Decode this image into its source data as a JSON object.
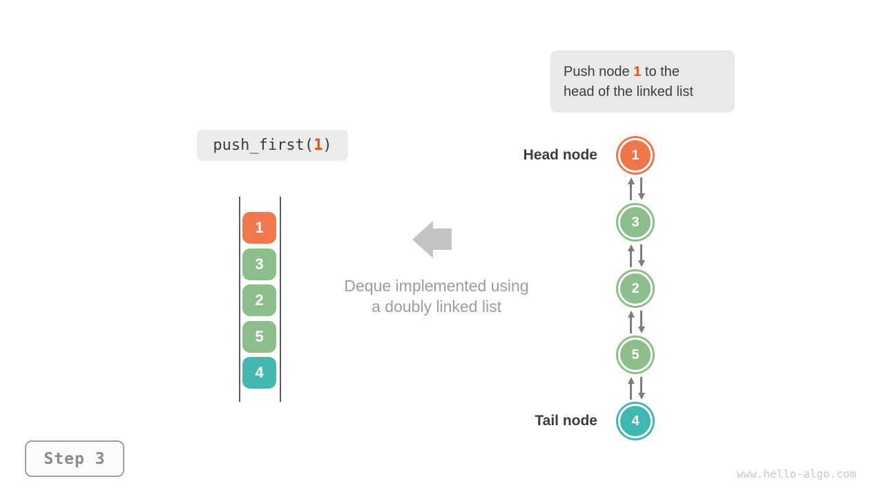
{
  "palette": {
    "orange": "#f0784c",
    "green": "#8cbe8c",
    "teal": "#44b8b0",
    "highlight_orange": "#ee500e",
    "pointer_arrow_gray": "#7d7d7d",
    "big_arrow_gray": "#c3c3c3",
    "caption_gray": "#9c9c9c",
    "text_dark": "#3b3b3b",
    "callout_bg": "#e9e9e9",
    "code_bg": "#ececec",
    "step_text_gray": "#8a8a8a",
    "watermark_gray": "#c9c9c9"
  },
  "callout": {
    "line1_prefix": "Push node ",
    "line1_highlight": "1",
    "line1_suffix": " to the",
    "line2": "head of the linked list"
  },
  "operation": {
    "fn": "push_first(",
    "arg": "1",
    "close": ")"
  },
  "deque_array": {
    "items": [
      {
        "value": "1",
        "color": "orange"
      },
      {
        "value": "3",
        "color": "green"
      },
      {
        "value": "2",
        "color": "green"
      },
      {
        "value": "5",
        "color": "green"
      },
      {
        "value": "4",
        "color": "teal"
      }
    ]
  },
  "caption": {
    "line1": "Deque implemented using",
    "line2": "a doubly linked list"
  },
  "linked_list": {
    "head_label": "Head node",
    "tail_label": "Tail node",
    "nodes": [
      {
        "value": "1",
        "color": "orange",
        "role": "head"
      },
      {
        "value": "3",
        "color": "green",
        "role": ""
      },
      {
        "value": "2",
        "color": "green",
        "role": ""
      },
      {
        "value": "5",
        "color": "green",
        "role": ""
      },
      {
        "value": "4",
        "color": "teal",
        "role": "tail"
      }
    ]
  },
  "step_badge": {
    "label": "Step 3"
  },
  "watermark": {
    "text": "www.hello-algo.com"
  }
}
